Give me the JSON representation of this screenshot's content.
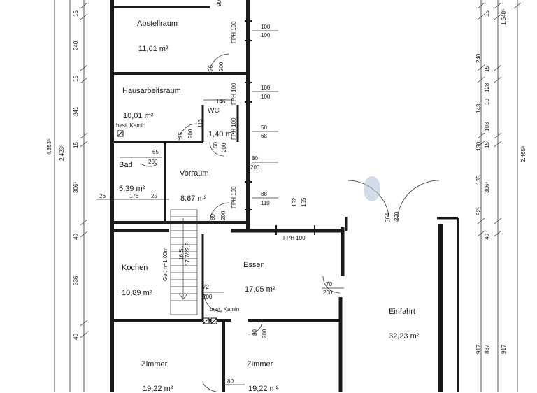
{
  "rooms": {
    "abstellraum": {
      "name": "Abstellraum",
      "area": "11,61 m²"
    },
    "hausarbeitsraum": {
      "name": "Hausarbeitsraum",
      "area": "10,01 m²",
      "note": "best. Kamin"
    },
    "wc": {
      "name": "WC",
      "area": "1,40 m²"
    },
    "bad": {
      "name": "Bad",
      "area": "5,39 m²"
    },
    "vorraum": {
      "name": "Vorraum",
      "area": "8,67 m²"
    },
    "kochen": {
      "name": "Kochen",
      "area": "10,89 m²"
    },
    "essen": {
      "name": "Essen",
      "area": "17,05 m²",
      "note": "best. Kamin"
    },
    "einfahrt": {
      "name": "Einfahrt",
      "area": "32,23 m²"
    },
    "zimmer1": {
      "name": "Zimmer",
      "area": "19,22 m²"
    },
    "zimmer2": {
      "name": "Zimmer",
      "area": "19,22 m²"
    }
  },
  "windows": {
    "w1": {
      "top": "100",
      "bottom": "100",
      "label": "FPH 100"
    },
    "w2": {
      "top": "100",
      "bottom": "100",
      "label": "FPH 100"
    },
    "w3": {
      "top": "50",
      "bottom": "68",
      "label": "FPH 100"
    },
    "w4": {
      "top": "80",
      "bottom": "200"
    },
    "w5": {
      "top": "88",
      "bottom": "110",
      "label": "FPH 100"
    },
    "w6": {
      "label": "FPH 100",
      "v1": "152",
      "v2": "155"
    }
  },
  "doors": {
    "d_abst": {
      "w": "76",
      "h": "200"
    },
    "d_hwr": {
      "w": "75",
      "h": "200"
    },
    "d_wc": {
      "w": "60",
      "h": "200"
    },
    "d_bad": {
      "w": "65",
      "h": "200"
    },
    "d_vor": {
      "w": "89",
      "h": "200"
    },
    "d_ess": {
      "w": "72",
      "h": "200"
    },
    "d_ein": {
      "w": "70",
      "h": "200"
    },
    "d_zim": {
      "w": "80",
      "h": "200"
    },
    "d_bot": {
      "w": "80"
    },
    "garage": {
      "w": "364",
      "h": "280"
    }
  },
  "misc": {
    "d90": "90",
    "d146": "146",
    "d113": "113",
    "d26": "26",
    "d176": "176",
    "d25": "25",
    "stairs": "16 St.",
    "stairs_ratio": "17,7/22,8",
    "headroom": "Gel. h=1,00m"
  },
  "dims_left": {
    "outer": "2.423⁵",
    "inner": "4.353⁵",
    "segments": [
      "15",
      "240",
      "15",
      "241",
      "15",
      "306⁵",
      "40",
      "336",
      "40"
    ]
  },
  "dims_right": {
    "top": "1.548⁵",
    "mid": "2.465⁵",
    "segments": [
      "15",
      "240",
      "15",
      "128",
      "10",
      "143",
      "103",
      "15",
      "130",
      "135",
      "306⁵",
      "92⁵",
      "40"
    ],
    "bottom": [
      "917",
      "837",
      "917"
    ]
  }
}
